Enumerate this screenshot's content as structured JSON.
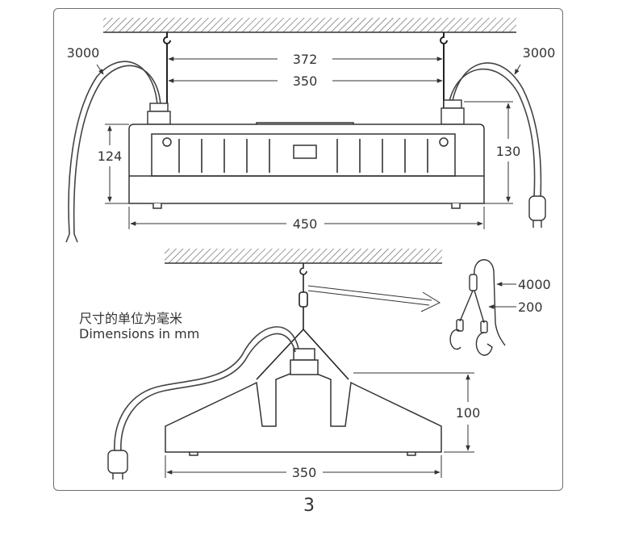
{
  "top_view": {
    "cable_left": "3000",
    "cable_right": "3000",
    "hook_spacing": "372",
    "mount_spacing": "350",
    "height_left": "124",
    "height_right": "130",
    "width": "450"
  },
  "bottom_view": {
    "wire_length": "4000",
    "sling_length": "200",
    "height": "100",
    "width": "350"
  },
  "notes": {
    "units_cn": "尺寸的单位为毫米",
    "units_en": "Dimensions in mm"
  },
  "page_number": "3"
}
